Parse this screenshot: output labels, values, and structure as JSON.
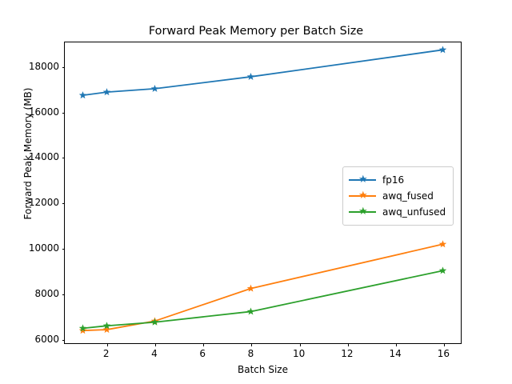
{
  "chart_data": {
    "type": "line",
    "title": "Forward Peak Memory per Batch Size",
    "xlabel": "Batch Size",
    "ylabel": "Forward Peak Memory (MB)",
    "x": [
      1,
      2,
      4,
      8,
      16
    ],
    "xlim": [
      0.25,
      16.75
    ],
    "ylim": [
      5770,
      19080
    ],
    "xticks": [
      2,
      4,
      6,
      8,
      10,
      12,
      14,
      16
    ],
    "xtick_labels": [
      "2",
      "4",
      "6",
      "8",
      "10",
      "12",
      "14",
      "16"
    ],
    "yticks": [
      6000,
      8000,
      10000,
      12000,
      14000,
      16000,
      18000
    ],
    "ytick_labels": [
      "6000",
      "8000",
      "10000",
      "12000",
      "14000",
      "16000",
      "18000"
    ],
    "grid": false,
    "legend_position": "center right",
    "marker": "star",
    "series": [
      {
        "name": "fp16",
        "color": "#1f77b4",
        "values": [
          16740,
          16880,
          17030,
          17560,
          18750
        ]
      },
      {
        "name": "awq_fused",
        "color": "#ff7f0e",
        "values": [
          6330,
          6370,
          6750,
          8190,
          10150
        ]
      },
      {
        "name": "awq_unfused",
        "color": "#2ca02c",
        "values": [
          6430,
          6540,
          6700,
          7170,
          8980
        ]
      }
    ]
  }
}
